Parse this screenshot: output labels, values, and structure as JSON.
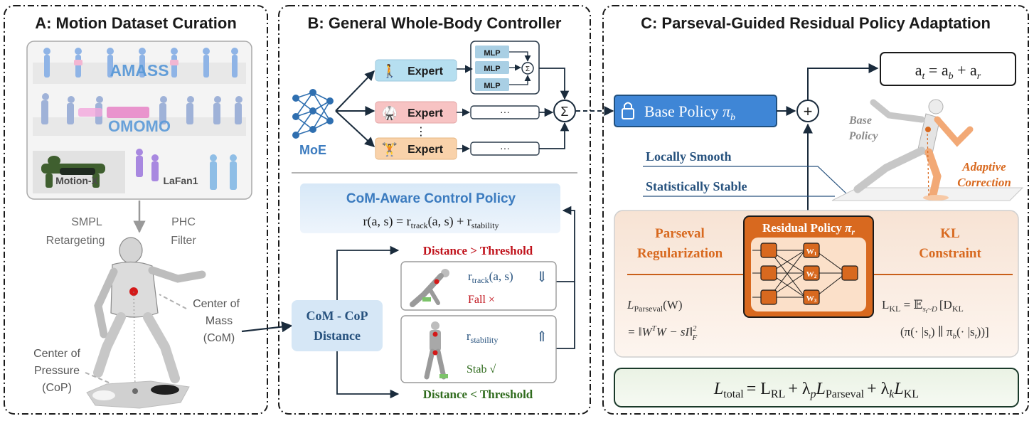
{
  "panel_a": {
    "title": "A: Motion Dataset Curation",
    "datasets": {
      "amass": "AMASS",
      "omomo": "OMOMO",
      "motion_x": "Motion-X",
      "lafan": "LaFan1"
    },
    "retarget_1": "SMPL",
    "retarget_2": "Retargeting",
    "filter_1": "PHC",
    "filter_2": "Filter",
    "com_1": "Center of",
    "com_2": "Mass",
    "com_3": "(CoM)",
    "cop_1": "Center of",
    "cop_2": "Pressure",
    "cop_3": "(CoP)"
  },
  "panel_b": {
    "title": "B: General Whole-Body Controller",
    "moe": "MoE",
    "expert_label": "Expert",
    "mlp_label": "MLP",
    "sum_symbol": "Σ",
    "ellipsis": "···",
    "vdots": "⋮",
    "policy_title": "CoM-Aware Control Policy",
    "reward_lhs": "r(a, s)",
    "reward_eq": "=",
    "reward_t1": "r",
    "reward_t1_sub": "track",
    "reward_t1_args": "(a, s)",
    "reward_plus": "+",
    "reward_t2": "r",
    "reward_t2_sub": "stability",
    "distance_1": "CoM - CoP",
    "distance_2": "Distance",
    "over": "Distance > Threshold",
    "under": "Distance < Threshold",
    "track_r": "r",
    "track_sub": "track",
    "track_args": "(a, s)",
    "track_arrow": "⇓",
    "fall": "Fall ×",
    "stab_r": "r",
    "stab_sub": "stability",
    "stab_arrow": "⇑",
    "stab": "Stab √"
  },
  "panel_c": {
    "title": "C: Parseval-Guided Residual Policy Adaptation",
    "lock_icon": "lock-icon",
    "base_policy": "Base Policy",
    "base_pi": "π",
    "base_sub": "b",
    "action_lhs": "a",
    "action_lhs_sub": "t",
    "action_eq": "=",
    "action_a1": "a",
    "action_a1_sub": "b",
    "action_plus": "+",
    "action_a2": "a",
    "action_a2_sub": "r",
    "plus_symbol": "+",
    "locally": "Locally Smooth",
    "statistically": "Statistically Stable",
    "base_tag_1": "Base",
    "base_tag_2": "Policy",
    "adaptive_1": "Adaptive",
    "adaptive_2": "Correction",
    "parseval_1": "Parseval",
    "parseval_2": "Regularization",
    "residual": "Residual Policy",
    "residual_pi": "π",
    "residual_sub": "r",
    "kl_1": "KL",
    "kl_2": "Constraint",
    "w1": "W",
    "w1_sub": "1",
    "w2": "W",
    "w2_sub": "2",
    "w3": "W",
    "w3_sub": "3",
    "lp_l": "L",
    "lp_sub": "Parseval",
    "lp_args": "(W)",
    "lp_rhs": "= ‖W",
    "lp_sup": "T",
    "lp_mid": "W  − sI‖",
    "lp_sup2": "2",
    "lp_subF": "F",
    "kl_l": "L",
    "kl_sub": "KL",
    "kl_eq": "= 𝔼",
    "kl_esub": "s",
    "kl_esub2": "t",
    "kl_esub3": "~D",
    "kl_br": "[D",
    "kl_dsub": "KL",
    "kl_line2": "(π(· |s",
    "kl_l2sub": "t",
    "kl_l2mid": ") ∥ π",
    "kl_l2sub2": "b",
    "kl_l2end": "(· |s",
    "kl_l2sub3": "t",
    "kl_l2tail": "))]",
    "total_l": "L",
    "total_sub": "total",
    "total_eq": "= L",
    "total_rl": "RL",
    "total_plus1": "+ λ",
    "total_p": "p",
    "total_l2": "L",
    "total_pars": "Parseval",
    "total_plus2": "+ λ",
    "total_k": "k",
    "total_l3": "L",
    "total_kl": "KL"
  },
  "colors": {
    "frame": "#1a1a1a",
    "blue_title": "#3b7bbf",
    "base_policy": "#3f86d6",
    "orange": "#d8691f",
    "red": "#c0121b",
    "green": "#2f6b1d",
    "dark_blue": "#27527e"
  }
}
